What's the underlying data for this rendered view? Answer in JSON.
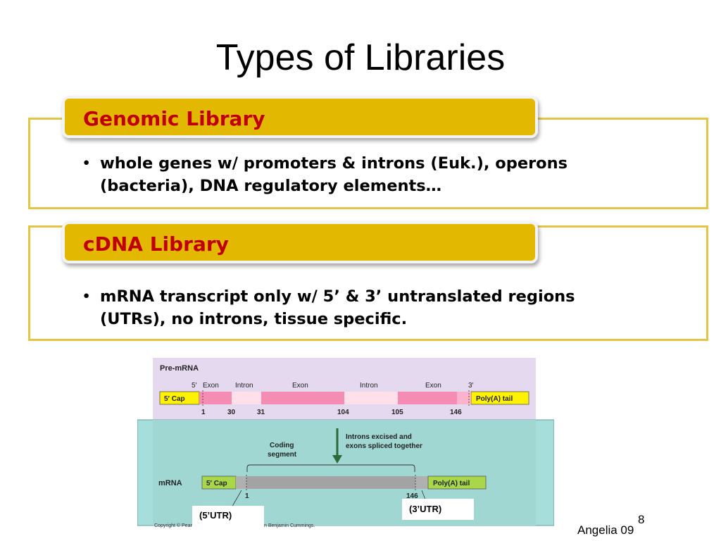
{
  "slide": {
    "title": "Types of Libraries",
    "page_number": "8",
    "footer": "Angelia 09"
  },
  "sections": [
    {
      "header": "Genomic Library",
      "bullet_line1": "whole genes w/ promoters & introns (Euk.),  operons",
      "bullet_line2": "(bacteria), DNA regulatory elements…"
    },
    {
      "header": "cDNA Library",
      "bullet_line1": "mRNA transcript only w/ 5’ & 3’ untranslated regions",
      "bullet_line2": "(UTRs), no introns, tissue specific."
    }
  ],
  "figure": {
    "premrna_label": "Pre-mRNA",
    "five_prime": "5′",
    "three_prime": "3′",
    "exon1": "Exon",
    "intron1": "Intron",
    "exon2": "Exon",
    "intron2": "Intron",
    "exon3": "Exon",
    "cap": "5′ Cap",
    "polya": "Poly(A) tail",
    "n1": "1",
    "n30": "30",
    "n31": "31",
    "n104": "104",
    "n105": "105",
    "n146": "146",
    "splice_line1": "Introns excised and",
    "splice_line2": "exons spliced together",
    "coding_line1": "Coding",
    "coding_line2": "segment",
    "mrna_label": "mRNA",
    "mrna_cap": "5′ Cap",
    "mrna_polya": "Poly(A) tail",
    "mrna_n1": "1",
    "mrna_n146": "146",
    "utr5": "(5’UTR)",
    "utr3": "(3’UTR)",
    "copyright_left": "Copyright © Pear",
    "copyright_right": "n Benjamin Cummings."
  },
  "colors": {
    "header_fill": "#e2b800",
    "header_text": "#c00000",
    "panel_border": "#e6c545",
    "premrna_bg": "#e4d9ef",
    "mrna_bg": "#a6dedb",
    "exon": "#f48cb4",
    "intron": "#fde0ea",
    "cap_yellow": "#fff200",
    "mrna_green": "#a8d84a",
    "arrow": "#2d6a3a"
  }
}
